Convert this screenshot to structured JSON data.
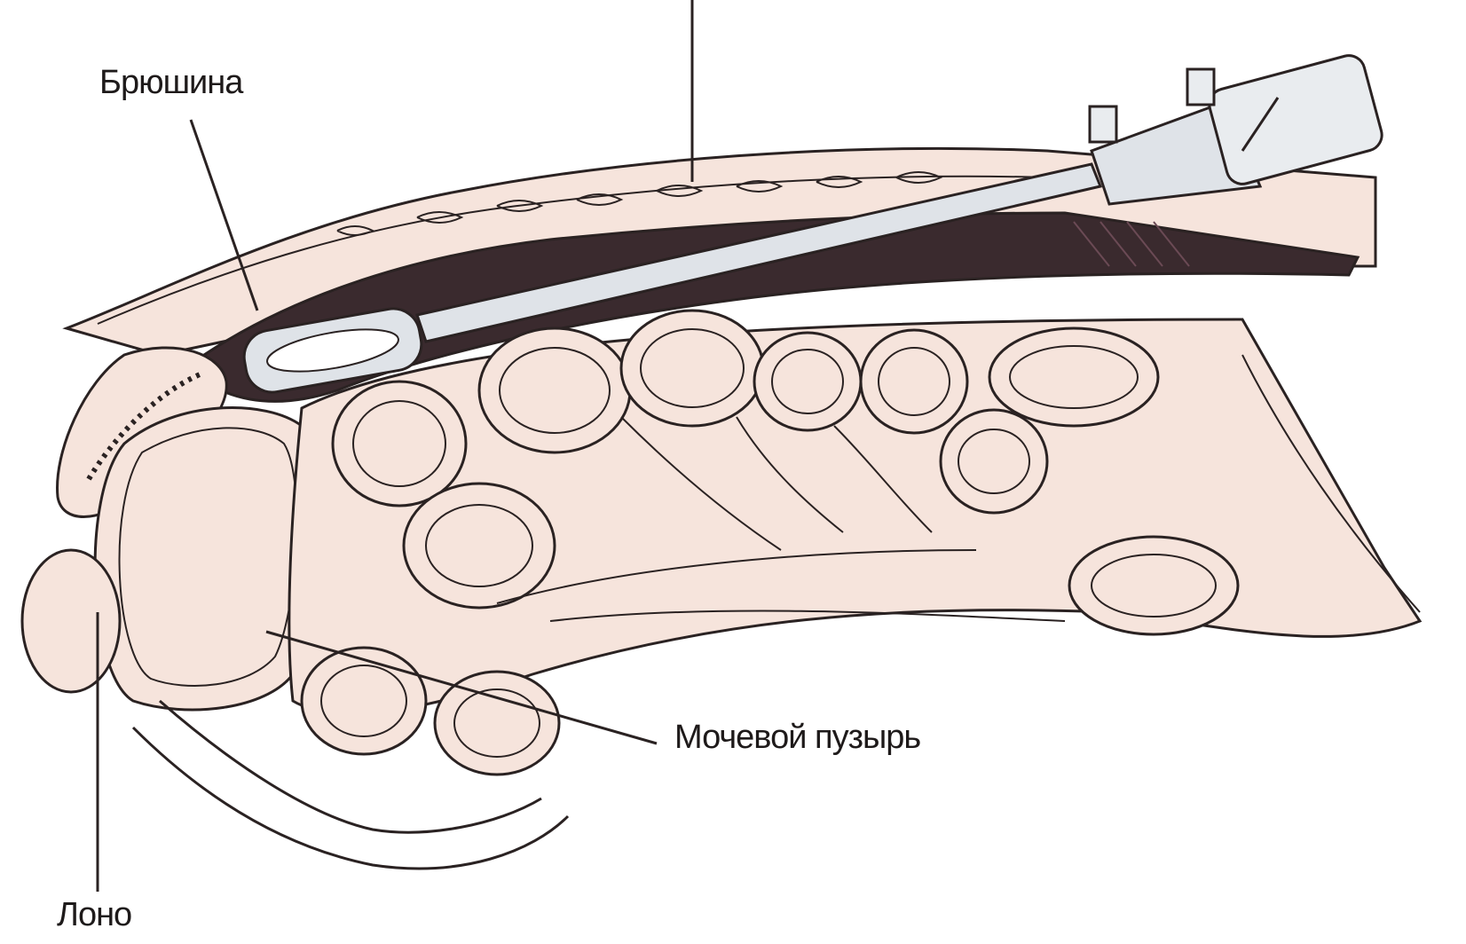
{
  "labels": {
    "peritoneum": "Брюшина",
    "bladder": "Мочевой пузырь",
    "pubis": "Лоно"
  },
  "colors": {
    "tissue": "#f6e4dc",
    "outline": "#2a2222",
    "cavity": "#3a2a2e",
    "instrument": "#dfe3e8"
  }
}
